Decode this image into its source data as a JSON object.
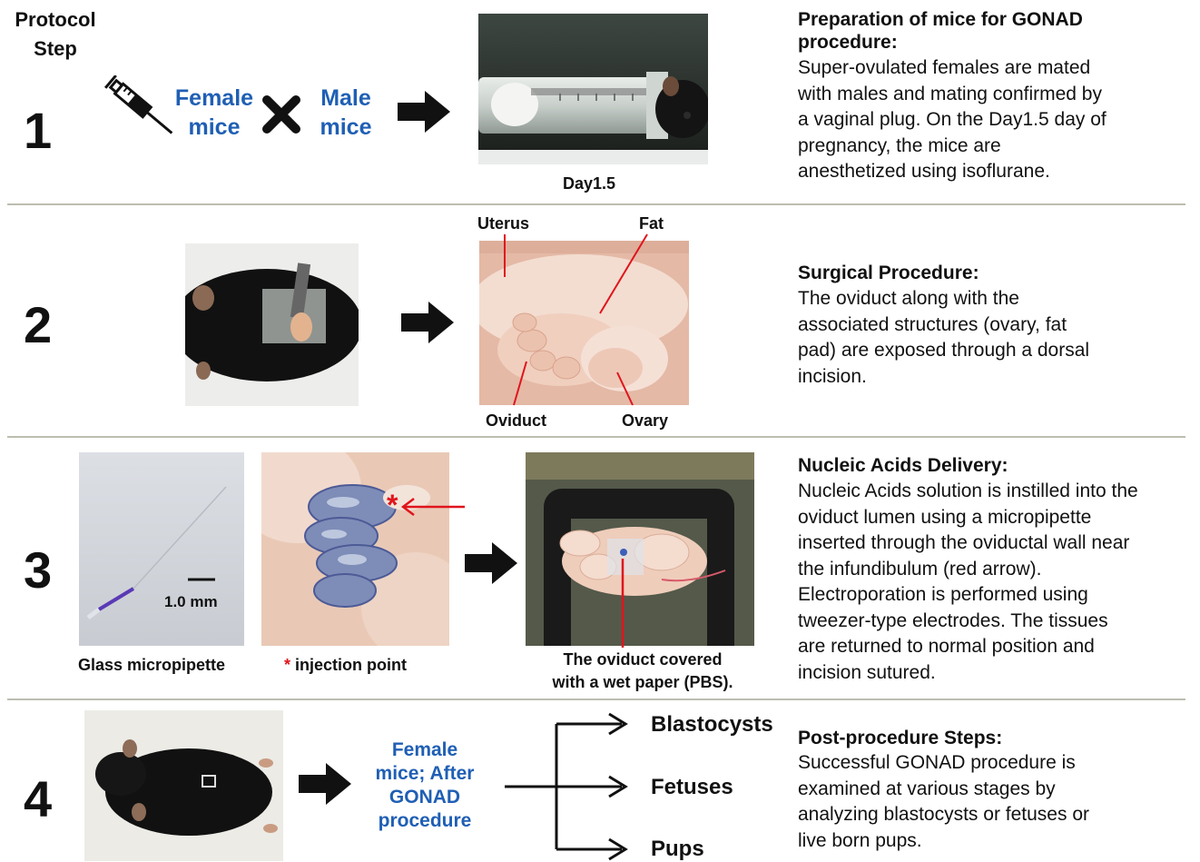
{
  "header": {
    "line1": "Protocol",
    "line2": "Step"
  },
  "colors": {
    "accent_blue": "#1f5fb4",
    "pointer_red": "#e0141c",
    "divider": "#bdbdb0"
  },
  "icons": [
    "syringe-icon",
    "cross-icon",
    "arrow-right-icon"
  ],
  "step1": {
    "number": "1",
    "female": [
      "Female",
      "mice"
    ],
    "male": [
      "Male",
      "mice"
    ],
    "photo_caption": "Day1.5",
    "title_lines": [
      "Preparation of mice for GONAD",
      "procedure:"
    ],
    "body_lines": [
      "Super-ovulated females are mated",
      "with males and mating confirmed by",
      "a vaginal plug. On the Day1.5 day of",
      "pregnancy, the mice are",
      "anesthetized using isoflurane."
    ]
  },
  "step2": {
    "number": "2",
    "labels": {
      "uterus": "Uterus",
      "fat": "Fat",
      "oviduct": "Oviduct",
      "ovary": "Ovary"
    },
    "title_lines": [
      "Surgical Procedure:"
    ],
    "body_lines": [
      "The oviduct along with the",
      "associated structures (ovary, fat",
      "pad) are exposed through a dorsal",
      "incision."
    ]
  },
  "step3": {
    "number": "3",
    "scale_label": "1.0 mm",
    "pipette_caption": "Glass micropipette",
    "injection_star": "*",
    "injection_caption": "injection point",
    "oviduct_caption": [
      "The oviduct covered",
      "with a wet paper (PBS)."
    ],
    "title_lines": [
      "Nucleic Acids Delivery:"
    ],
    "body_lines": [
      "Nucleic Acids solution is instilled into the",
      "oviduct  lumen using  a micropipette",
      "inserted through the oviductal wall near",
      "the infundibulum (red arrow).",
      "Electroporation is performed using",
      "tweezer-type electrodes. The tissues",
      "are returned to normal position and",
      "incision sutured."
    ]
  },
  "step4": {
    "number": "4",
    "female_lines": [
      "Female",
      "mice; After",
      "GONAD",
      "procedure"
    ],
    "branches": [
      "Blastocysts",
      "Fetuses",
      "Pups"
    ],
    "title_lines": [
      "Post-procedure Steps:"
    ],
    "body_lines": [
      "Successful GONAD procedure is",
      "examined at various stages by",
      "analyzing blastocysts or fetuses or",
      "live born pups."
    ]
  }
}
